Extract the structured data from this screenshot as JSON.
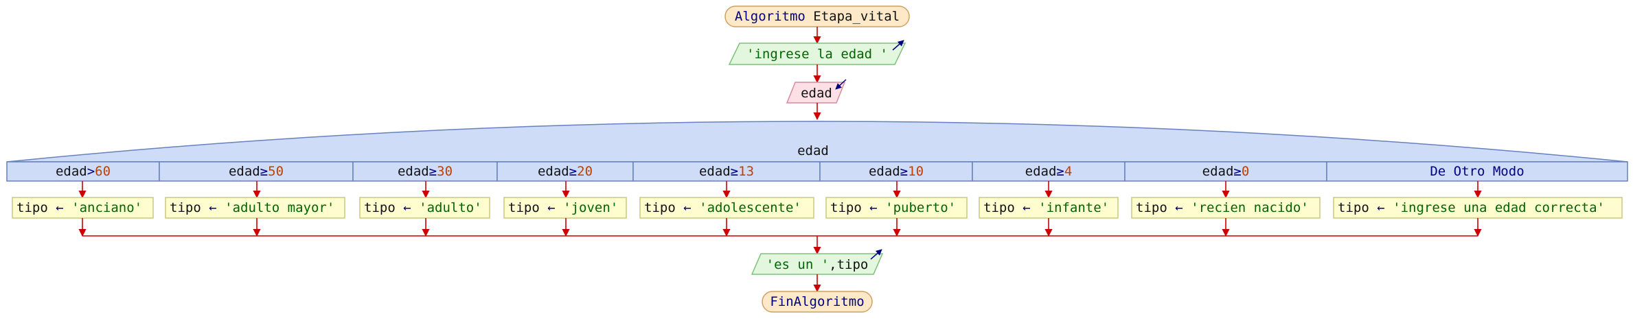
{
  "colors": {
    "flow": "#cc0000",
    "keyword": "#000080",
    "string": "#006400",
    "number": "#c04000",
    "text": "#111111",
    "terminal_fill": "#fde9c8",
    "terminal_stroke": "#d0a060",
    "output_fill": "#e3f7df",
    "output_stroke": "#7fc07a",
    "input_fill": "#fde0e6",
    "input_stroke": "#d68aa0",
    "assign_fill": "#fffdd0",
    "assign_stroke": "#c8c880",
    "switch_fill": "#cfdcf7",
    "switch_stroke": "#6680c0"
  },
  "start": {
    "keyword": "Algoritmo",
    "name": "Etapa_vital"
  },
  "output1": {
    "text": "'ingrese la edad '"
  },
  "input1": {
    "variable": "edad"
  },
  "switch": {
    "variable": "edad",
    "cases": [
      {
        "var": "edad",
        "op": ">",
        "value": "60",
        "assign": {
          "var": "tipo",
          "arrow": "←",
          "value": "'anciano'"
        }
      },
      {
        "var": "edad",
        "op": "≥",
        "value": "50",
        "assign": {
          "var": "tipo",
          "arrow": "←",
          "value": "'adulto mayor'"
        }
      },
      {
        "var": "edad",
        "op": "≥",
        "value": "30",
        "assign": {
          "var": "tipo",
          "arrow": "←",
          "value": "'adulto'"
        }
      },
      {
        "var": "edad",
        "op": "≥",
        "value": "20",
        "assign": {
          "var": "tipo",
          "arrow": "←",
          "value": "'joven'"
        }
      },
      {
        "var": "edad",
        "op": "≥",
        "value": "13",
        "assign": {
          "var": "tipo",
          "arrow": "←",
          "value": "'adolescente'"
        }
      },
      {
        "var": "edad",
        "op": "≥",
        "value": "10",
        "assign": {
          "var": "tipo",
          "arrow": "←",
          "value": "'puberto'"
        }
      },
      {
        "var": "edad",
        "op": "≥",
        "value": "4",
        "assign": {
          "var": "tipo",
          "arrow": "←",
          "value": "'infante'"
        }
      },
      {
        "var": "edad",
        "op": "≥",
        "value": "0",
        "assign": {
          "var": "tipo",
          "arrow": "←",
          "value": "'recien nacido'"
        }
      },
      {
        "var": "",
        "op": "",
        "value": "",
        "keyword": "De Otro Modo",
        "assign": {
          "var": "tipo",
          "arrow": "←",
          "value": "'ingrese una edad correcta'"
        }
      }
    ]
  },
  "output2": {
    "string": "'es un '",
    "sep": ",",
    "variable": "tipo"
  },
  "end": {
    "keyword": "FinAlgoritmo"
  }
}
